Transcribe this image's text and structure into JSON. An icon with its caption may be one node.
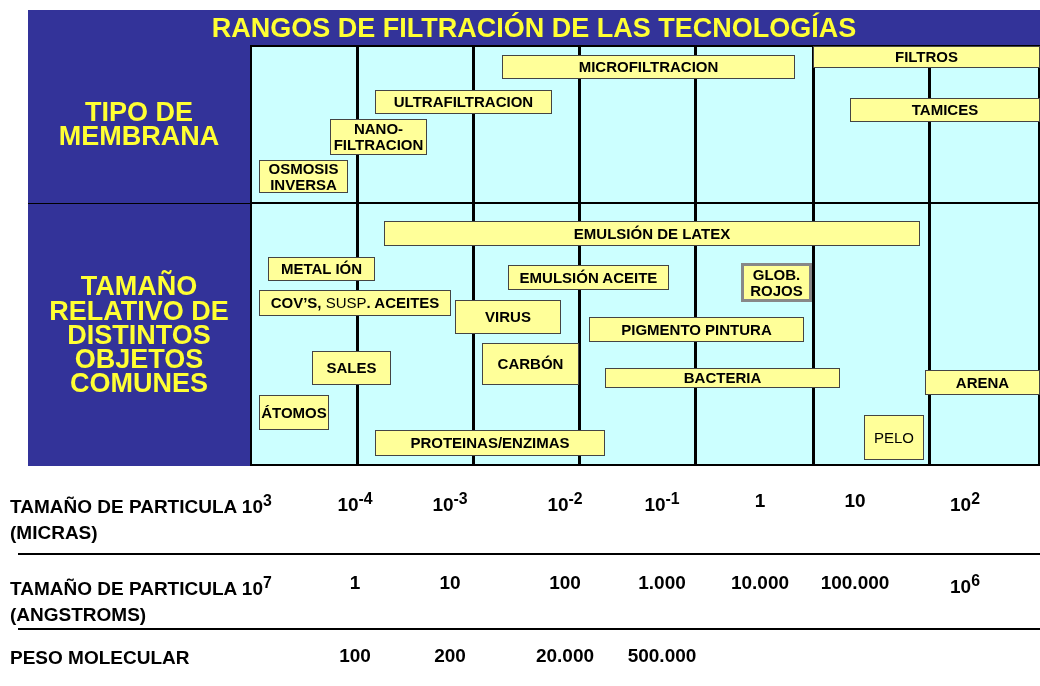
{
  "diagram": {
    "title": "RANGOS DE FILTRACIÓN DE LAS TECNOLOGÍAS",
    "nodes": [
      {
        "text": [
          "TIPO DE MEMBRANA"
        ]
      },
      {
        "text": [
          "MICROFILTRACION"
        ]
      },
      {
        "text": [
          "FILTROS"
        ]
      },
      {
        "text": [
          "ULTRAFILTRACION"
        ]
      },
      {
        "text": [
          "TAMICES"
        ]
      },
      {
        "text": [
          "NANO- FILTRACION"
        ]
      },
      {
        "text": [
          "OSMOSIS INVERSA"
        ]
      },
      {
        "text": [
          "TAMAÑO RELATIVO DE DISTINTOS OBJETOS COMUNES"
        ]
      },
      {
        "text": [
          "EMULSIÓN DE LATEX"
        ]
      },
      {
        "text": [
          "METAL IÓN"
        ]
      },
      {
        "text": [
          "GLOB. ROJOS"
        ]
      },
      {
        "text": [
          "EMULSIÓN ACEITE"
        ]
      },
      {
        "text": [
          "**COV’S,** SUSP**. ACEITES**"
        ]
      },
      {
        "text": [
          "VIRUS"
        ]
      },
      {
        "text": [
          "PIGMENTO PINTURA"
        ]
      },
      {
        "text": [
          "SALES"
        ]
      },
      {
        "text": [
          "CARBÓN"
        ]
      },
      {
        "text": [
          "BACTERIA"
        ]
      },
      {
        "text": [
          "ARENA"
        ]
      },
      {
        "text": [
          "ÁTOMOS"
        ]
      },
      {
        "text": [
          "PELO"
        ]
      },
      {
        "text": [
          "PROTEINAS/ENZIMAS"
        ]
      }
    ],
    "edges": [],
    "labels": [
      "TAMAÑO DE PARTICULA 10$^{3}$ (MICRAS)",
      "10$^{-4}$",
      "10$^{-3}$",
      "10$^{-2}$",
      "10$^{-1}$",
      "1",
      "10",
      "10$^{2}$",
      "TAMAÑO DE PARTICULA 10$^{7}$ (ANGSTROMS)",
      "1",
      "10",
      "100",
      "1.000",
      "10.000",
      "100.000",
      "10$^{6}$",
      "PESO MOLECULAR",
      "100",
      "200",
      "20.000",
      "500.000"
    ]
  }
}
